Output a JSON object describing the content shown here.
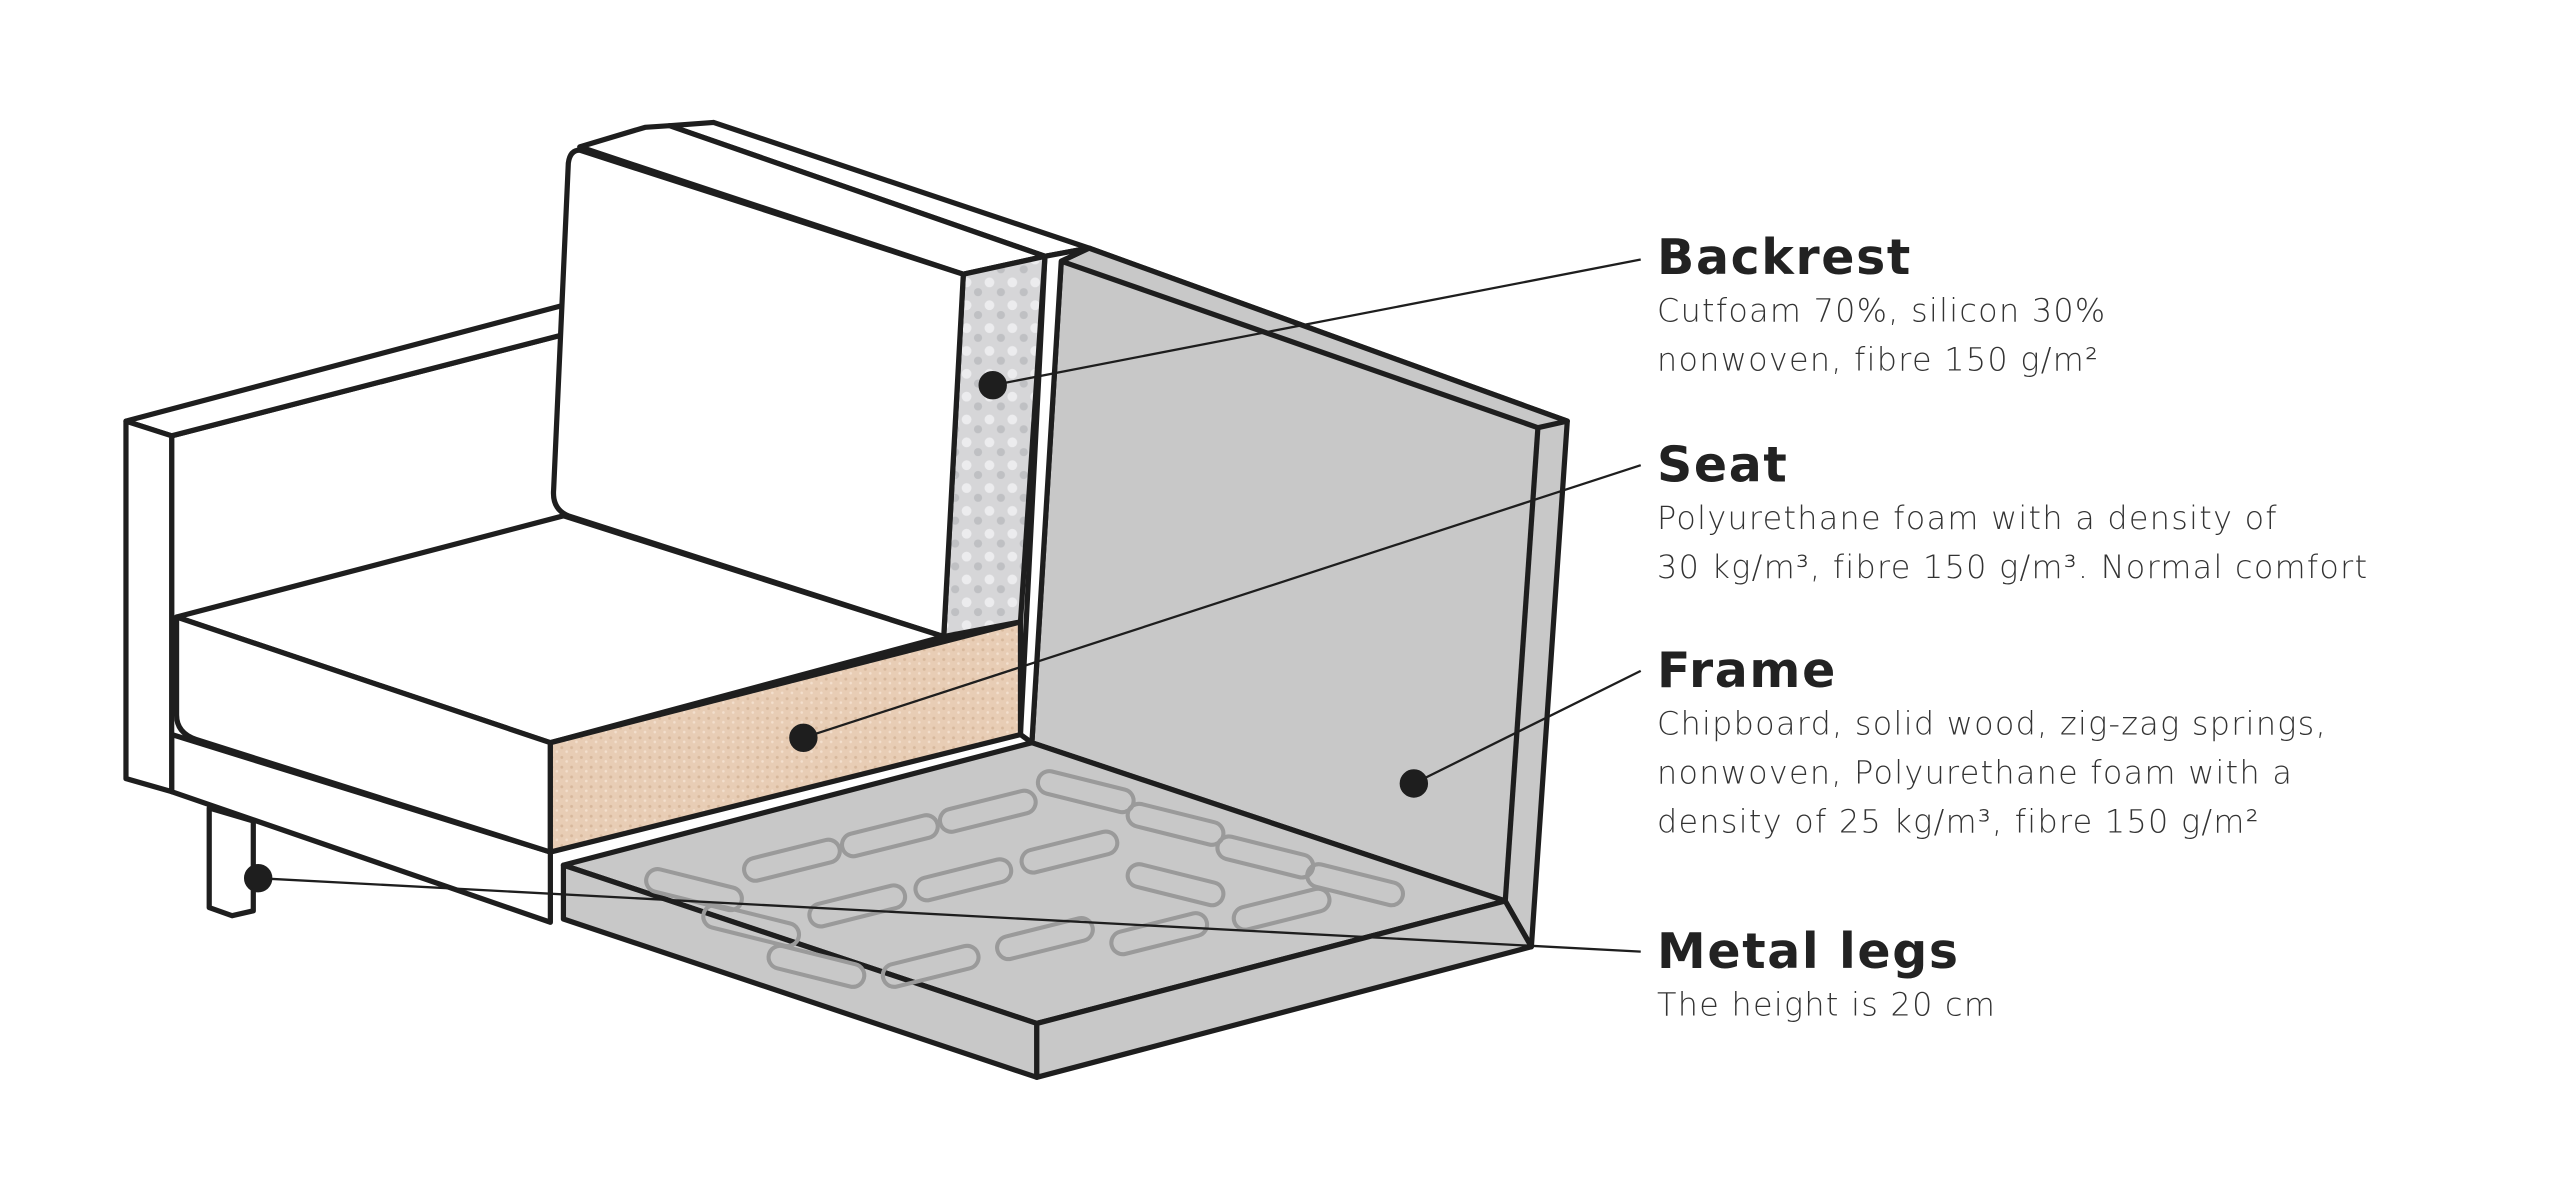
{
  "colors": {
    "outline": "#1e1e1e",
    "frame": "#c8c8c8",
    "seat_foam": "#e8cdb5",
    "back_foam": "#d6d6d8"
  },
  "labels": [
    {
      "title": "Backrest",
      "lines": [
        "Cutfoam 70%, silicon 30%",
        "nonwoven, fibre 150 g/m²"
      ]
    },
    {
      "title": "Seat",
      "lines": [
        "Polyurethane foam with a density of",
        "30 kg/m³, fibre 150 g/m³. Normal comfort"
      ]
    },
    {
      "title": "Frame",
      "lines": [
        "Chipboard, solid wood, zig-zag springs,",
        "nonwoven, Polyurethane foam with a",
        "density of 25 kg/m³, fibre 150 g/m²"
      ]
    },
    {
      "title": "Metal legs",
      "lines": [
        "The height is 20 cm"
      ]
    }
  ]
}
